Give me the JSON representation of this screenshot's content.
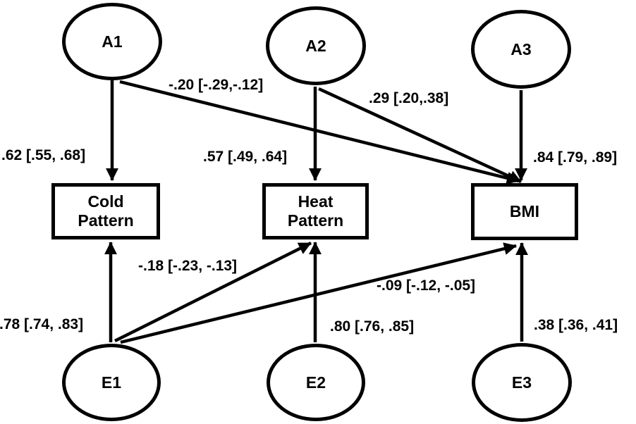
{
  "diagram": {
    "type": "path-diagram",
    "colors": {
      "stroke": "#000000",
      "background": "#ffffff"
    },
    "nodes": {
      "a1": {
        "label": "A1",
        "shape": "ellipse"
      },
      "a2": {
        "label": "A2",
        "shape": "ellipse"
      },
      "a3": {
        "label": "A3",
        "shape": "ellipse"
      },
      "e1": {
        "label": "E1",
        "shape": "ellipse"
      },
      "e2": {
        "label": "E2",
        "shape": "ellipse"
      },
      "e3": {
        "label": "E3",
        "shape": "ellipse"
      },
      "cold": {
        "lines": [
          "Cold",
          "Pattern"
        ],
        "shape": "rect"
      },
      "heat": {
        "lines": [
          "Heat",
          "Pattern"
        ],
        "shape": "rect"
      },
      "bmi": {
        "label": "BMI",
        "shape": "rect"
      }
    },
    "edges": {
      "a1_cold": {
        "from": "A1",
        "to": "Cold Pattern",
        "coef": ".62 [.55, .68]"
      },
      "a1_bmi": {
        "from": "A1",
        "to": "BMI",
        "coef": "-.20 [-.29,-.12]"
      },
      "a2_heat": {
        "from": "A2",
        "to": "Heat Pattern",
        "coef": ".57 [.49, .64]"
      },
      "a2_bmi": {
        "from": "A2",
        "to": "BMI",
        "coef": ".29 [.20,.38]"
      },
      "a3_bmi": {
        "from": "A3",
        "to": "BMI",
        "coef": ".84 [.79, .89]"
      },
      "e1_cold": {
        "from": "E1",
        "to": "Cold Pattern",
        "coef": ".78 [.74, .83]"
      },
      "e1_heat": {
        "from": "E1",
        "to": "Heat Pattern",
        "coef": "-.18 [-.23, -.13]"
      },
      "e1_bmi": {
        "from": "E1",
        "to": "BMI",
        "coef": "-.09 [-.12, -.05]"
      },
      "e2_heat": {
        "from": "E2",
        "to": "Heat Pattern",
        "coef": ".80 [.76, .85]"
      },
      "e3_bmi": {
        "from": "E3",
        "to": "BMI",
        "coef": ".38 [.36, .41]"
      }
    }
  }
}
